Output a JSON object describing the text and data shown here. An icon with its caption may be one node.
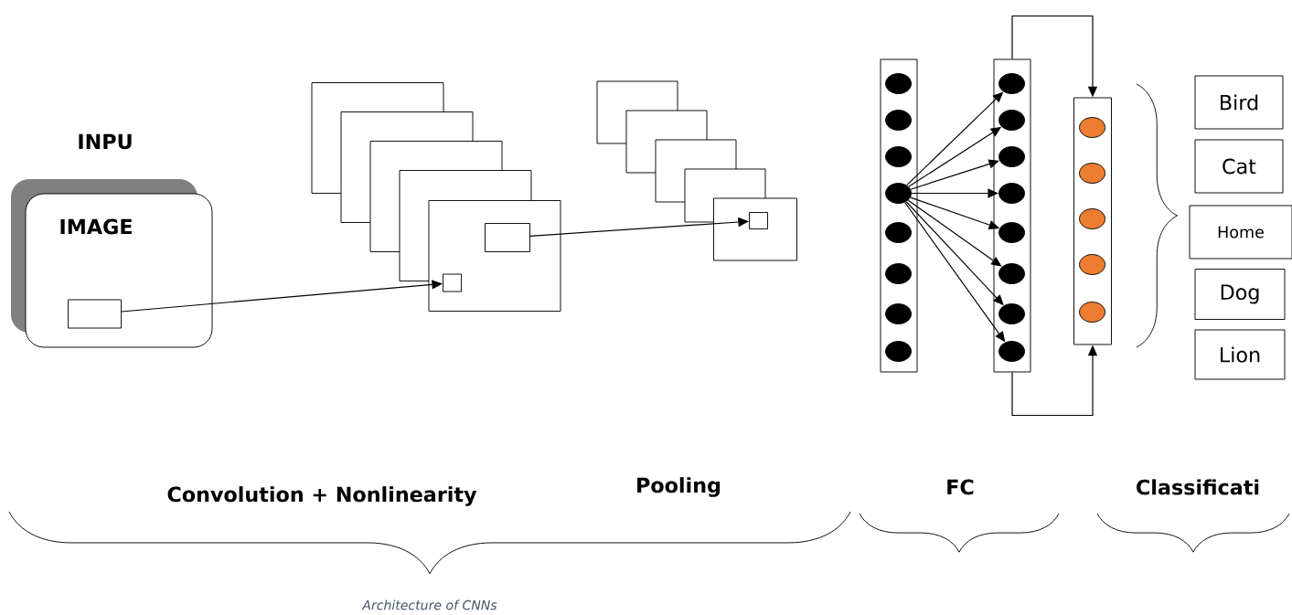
{
  "diagram": {
    "caption": "Architecture of CNNs",
    "nodes": [
      {
        "text": [
          "INPU",
          "IMAGE"
        ]
      },
      {
        "text": [],
        "shape": "box",
        "in": 0
      },
      {
        "text": [],
        "shape": "box"
      },
      {
        "text": [],
        "shape": "box",
        "in": 2
      },
      {
        "text": [],
        "shape": "box"
      },
      {
        "text": [],
        "shape": "box"
      },
      {
        "text": [],
        "shape": "box",
        "in": 5
      },
      {
        "text": [],
        "shape": "box"
      },
      {
        "text": [],
        "shape": "circle",
        "in": 7
      },
      {
        "text": [],
        "shape": "circle",
        "in": 7
      },
      {
        "text": [],
        "shape": "circle",
        "in": 7
      },
      {
        "text": [],
        "shape": "circle",
        "in": 7
      },
      {
        "text": [],
        "shape": "circle",
        "in": 7
      },
      {
        "text": [],
        "shape": "circle",
        "in": 7
      },
      {
        "text": [],
        "shape": "circle",
        "in": 7
      },
      {
        "text": [],
        "shape": "circle",
        "in": 7
      },
      {
        "text": [],
        "shape": "box"
      },
      {
        "text": [],
        "shape": "circle",
        "in": 16
      },
      {
        "text": [],
        "shape": "circle",
        "in": 16
      },
      {
        "text": [],
        "shape": "circle",
        "in": 16
      },
      {
        "text": [],
        "shape": "circle",
        "in": 16
      },
      {
        "text": [],
        "shape": "circle",
        "in": 16
      },
      {
        "text": [],
        "shape": "circle",
        "in": 16
      },
      {
        "text": [],
        "shape": "circle",
        "in": 16
      },
      {
        "text": [],
        "shape": "circle",
        "in": 16
      },
      {
        "text": [],
        "shape": "box"
      },
      {
        "text": [],
        "shape": "circle",
        "in": 25
      },
      {
        "text": [],
        "shape": "circle",
        "in": 25
      },
      {
        "text": [],
        "shape": "circle",
        "in": 25
      },
      {
        "text": [],
        "shape": "circle",
        "in": 25
      },
      {
        "text": [],
        "shape": "circle",
        "in": 25
      },
      {
        "text": [
          "Bird"
        ]
      },
      {
        "text": [
          "Cat"
        ]
      },
      {
        "text": [
          "Home"
        ]
      },
      {
        "text": [
          "Dog"
        ]
      },
      {
        "text": [
          "Lion"
        ]
      },
      {
        "text": [],
        "shape": "box"
      },
      {
        "text": [],
        "shape": "box"
      },
      {
        "text": [],
        "shape": "box"
      },
      {
        "text": [],
        "shape": "box"
      },
      {
        "text": [],
        "shape": "box"
      },
      {
        "text": [],
        "shape": "box"
      },
      {
        "text": [],
        "shape": "box"
      },
      {
        "text": [],
        "shape": "box"
      }
    ],
    "edges": [
      {
        "from": 1,
        "to": 3,
        "arrow": "to"
      },
      {
        "from": 4,
        "to": 6,
        "arrow": "to"
      },
      {
        "from": 11,
        "to": 17,
        "arrow": "to"
      },
      {
        "from": 11,
        "to": 18,
        "arrow": "to"
      },
      {
        "from": 11,
        "to": 19,
        "arrow": "to"
      },
      {
        "from": 11,
        "to": 20,
        "arrow": "to"
      },
      {
        "from": 11,
        "to": 21,
        "arrow": "to"
      },
      {
        "from": 11,
        "to": 22,
        "arrow": "to"
      },
      {
        "from": 11,
        "to": 23,
        "arrow": "to"
      },
      {
        "from": 11,
        "to": 24,
        "arrow": "to"
      },
      {
        "from": 16,
        "to": 25,
        "arrow": "to"
      },
      {
        "from": 16,
        "to": 25,
        "arrow": "to"
      }
    ],
    "labels": [
      "Convolution + Nonlinearity",
      "Pooling",
      "FC",
      "Classificati"
    ]
  }
}
